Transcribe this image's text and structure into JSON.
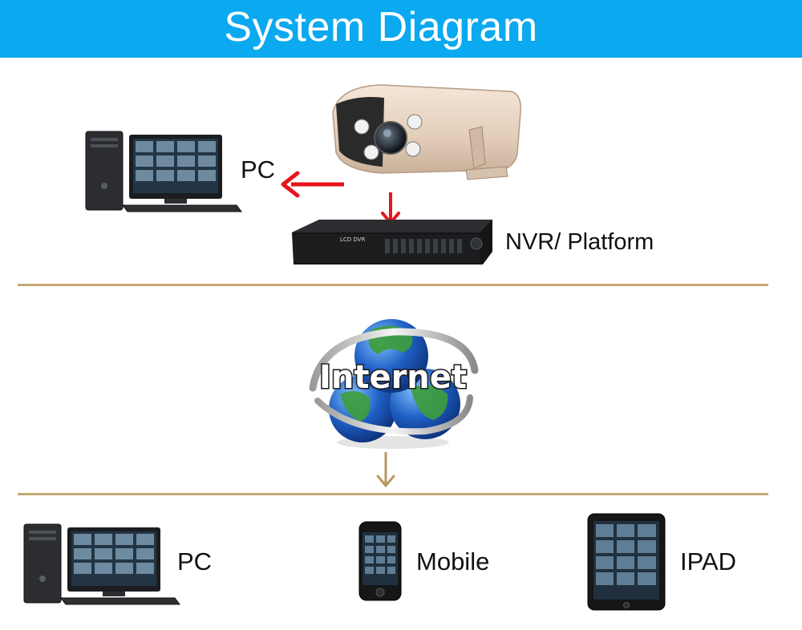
{
  "header": {
    "title": "System Diagram"
  },
  "top": {
    "pc_label": "PC",
    "nvr_label": "NVR/ Platform",
    "nvr_brand": "LCD DVR"
  },
  "middle": {
    "internet_label": "Internet"
  },
  "bottom": {
    "pc_label": "PC",
    "mobile_label": "Mobile",
    "ipad_label": "IPAD"
  },
  "colors": {
    "header_bg": "#0aa9f0",
    "divider": "#c4a873",
    "arrow_red": "#e8141b",
    "arrow_gold": "#b99a5e"
  }
}
